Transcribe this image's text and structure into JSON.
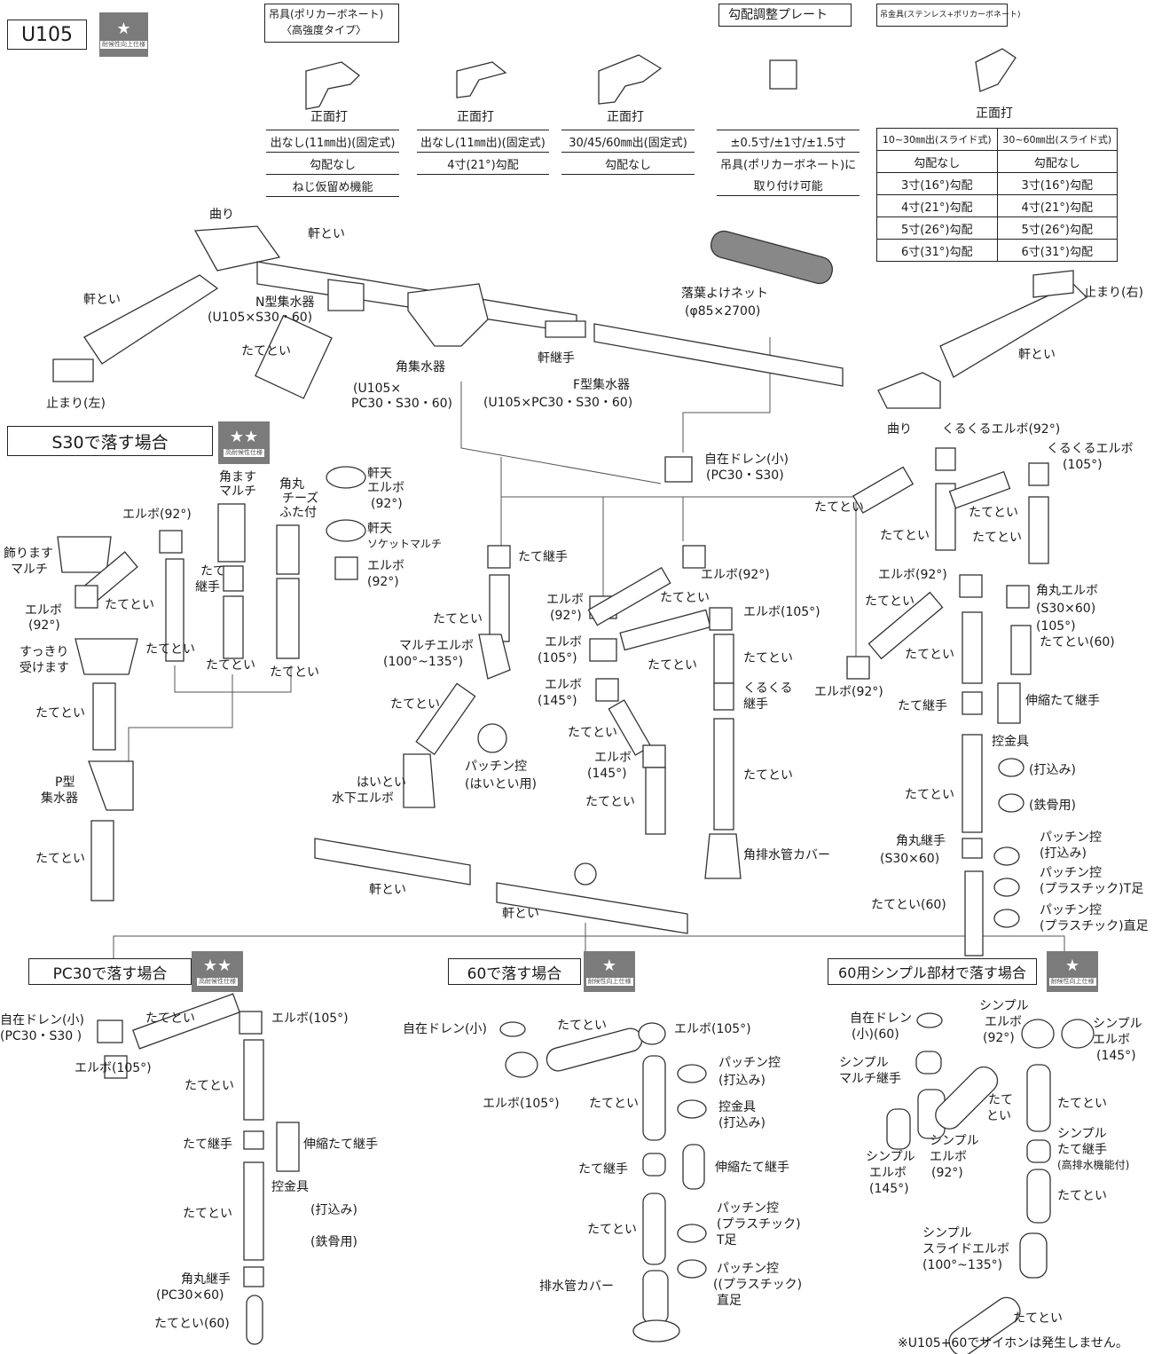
{
  "header": {
    "model": "U105",
    "badge_single": "★",
    "badge_single_label": "耐候性向上仕様",
    "badge_double": "★★",
    "badge_double_label": "高耐候性仕様"
  },
  "top_items": {
    "hanger_heading_line1": "吊具(ポリカーボネート)",
    "hanger_heading_line2": "〈高強度タイプ〉",
    "slope_plate_heading": "勾配調整プレート",
    "stainless_heading": "吊金具(ステンレス+ポリカーボネート)",
    "front_hit": "正面打",
    "col1": [
      "出なし(11㎜出)(固定式)",
      "勾配なし",
      "ねじ仮留め機能"
    ],
    "col2": [
      "出なし(11㎜出)(固定式)",
      "4寸(21°)勾配"
    ],
    "col3": [
      "30/45/60㎜出(固定式)",
      "勾配なし"
    ],
    "col4": [
      "±0.5寸/±1寸/±1.5寸",
      "吊具(ポリカーボネート)に",
      "取り付け可能"
    ],
    "grid_header": [
      "10~30㎜出(スライド式)",
      "30~60㎜出(スライド式)"
    ],
    "grid_rows": [
      [
        "勾配なし",
        "勾配なし"
      ],
      [
        "3寸(16°)勾配",
        "3寸(16°)勾配"
      ],
      [
        "4寸(21°)勾配",
        "4寸(21°)勾配"
      ],
      [
        "5寸(26°)勾配",
        "5寸(26°)勾配"
      ],
      [
        "6寸(31°)勾配",
        "6寸(31°)勾配"
      ]
    ]
  },
  "gutter_labels": {
    "magari": "曲り",
    "noki_toi": "軒とい",
    "n_type_line1": "N型集水器",
    "n_type_line2": "(U105×S30・60)",
    "tate_toi": "たてとい",
    "kaku_shusuiki": "角集水器",
    "kaku_spec_line1": "(U105×",
    "kaku_spec_line2": "PC30・S30・60)",
    "noki_tsugite": "軒継手",
    "f_type_line1": "F型集水器",
    "f_type_line2": "(U105×PC30・S30・60)",
    "net_line1": "落葉よけネット",
    "net_line2": "(φ85×2700)",
    "tomari_left": "止まり(左)",
    "tomari_right": "止まり(右)"
  },
  "s30": {
    "title": "S30で落す場合",
    "kazari_line1": "飾ります",
    "kazari_line2": "マルチ",
    "elbow92": "エルボ(92°)",
    "elbow_92a": "エルボ",
    "elbow_92b": "(92°)",
    "tate_toi": "たてとい",
    "kakumasu_line1": "角ます",
    "kakumasu_line2": "マルチ",
    "kakumaru_line1": "角丸",
    "kakumaru_line2": "チーズ",
    "kakumaru_line3": "ふた付",
    "noten_elbow_line1": "軒天",
    "noten_elbow_line2": "エルボ",
    "noten_elbow_line3": "(92°)",
    "noten_socket_line1": "軒天",
    "noten_socket_line2": "ソケットマルチ",
    "tate_tsugite_line1": "たて",
    "tate_tsugite_line2": "継手",
    "sukkiri_line1": "すっきり",
    "sukkiri_line2": "受けます",
    "p_type_line1": "P型",
    "p_type_line2": "集水器"
  },
  "mid": {
    "tate_tsugite": "たて継手",
    "tate_toi": "たてとい",
    "multi_elbow_line1": "マルチエルボ",
    "multi_elbow_line2": "(100°~135°)",
    "haitoi_line1": "はいとい",
    "haitoi_line2": "水下エルボ",
    "patchin_haitoi_line1": "パッチン控",
    "patchin_haitoi_line2": "(はいとい用)",
    "jizai_line1": "自在ドレン(小)",
    "jizai_line2": "(PC30・S30)",
    "elbow92": "エルボ(92°)",
    "elbow105": "エルボ(105°)",
    "elbow_a": "エルボ",
    "deg92": "(92°)",
    "deg105": "(105°)",
    "deg145": "(145°)",
    "kurukuru_line1": "くるくる",
    "kurukuru_line2": "継手",
    "kaku_haisui": "角排水管カバー",
    "noki_toi": "軒とい"
  },
  "right": {
    "magari": "曲り",
    "kurukuru92": "くるくるエルボ(92°)",
    "kurukuru105_line1": "くるくるエルボ",
    "kurukuru105_line2": "(105°)",
    "tate_toi": "たてとい",
    "elbow92": "エルボ(92°)",
    "kakumaru_elbow_line1": "角丸エルボ",
    "kakumaru_elbow_line2": "(S30×60)",
    "kakumaru_elbow_line3": "(105°)",
    "tate_toi60": "たてとい(60)",
    "tate_tsugite": "たて継手",
    "shinshuku": "伸縮たて継手",
    "hikae": "控金具",
    "uchikomi": "(打込み)",
    "tekkotsu": "(鉄骨用)",
    "kakumaru_tsugite_line1": "角丸継手",
    "kakumaru_tsugite_line2": "(S30×60)",
    "patchin_line1": "パッチン控",
    "patchin_line2": "(打込み)",
    "patchin_t_line1": "パッチン控",
    "patchin_t_line2": "(プラスチック)T足",
    "patchin_s_line1": "パッチン控",
    "patchin_s_line2": "(プラスチック)直足"
  },
  "pc30": {
    "title": "PC30で落す場合",
    "jizai_line1": "自在ドレン(小)",
    "jizai_line2": "(PC30・S30 )",
    "tate_toi": "たてとい",
    "elbow105": "エルボ(105°)",
    "tate_tsugite": "たて継手",
    "shinshuku": "伸縮たて継手",
    "hikae": "控金具",
    "uchikomi": "(打込み)",
    "tekkotsu": "(鉄骨用)",
    "kakumaru_line1": "角丸継手",
    "kakumaru_line2": "(PC30×60)",
    "tate_toi60": "たてとい(60)"
  },
  "r60": {
    "title": "60で落す場合",
    "jizai": "自在ドレン(小)",
    "tate_toi": "たてとい",
    "elbow105": "エルボ(105°)",
    "patchin_line1": "パッチン控",
    "patchin_line2": "(打込み)",
    "hikae_line1": "控金具",
    "hikae_line2": "(打込み)",
    "tate_tsugite": "たて継手",
    "shinshuku": "伸縮たて継手",
    "patchin_t_line1": "パッチン控",
    "patchin_t_line2": "(プラスチック)",
    "patchin_t_line3": "T足",
    "patchin_s_line1": "パッチン控",
    "patchin_s_line2": "((プラスチック)",
    "patchin_s_line3": "直足",
    "haisui": "排水管カバー"
  },
  "simple": {
    "title": "60用シンプル部材で落す場合",
    "jizai_line1": "自在ドレン",
    "jizai_line2": "(小)(60)",
    "simple": "シンプル",
    "elbow": "エルボ",
    "deg92": "(92°)",
    "deg145": "(145°)",
    "multi_tsugite": "マルチ継手",
    "tate": "たて",
    "toi": "とい",
    "tate_toi": "たてとい",
    "tate_tsugite": "たて継手",
    "kohaisui": "(高排水機能付)",
    "slide_elbow": "スライドエルボ",
    "slide_deg": "(100°~135°)"
  },
  "footnote": "※U105+60でサイホンは発生しません。"
}
